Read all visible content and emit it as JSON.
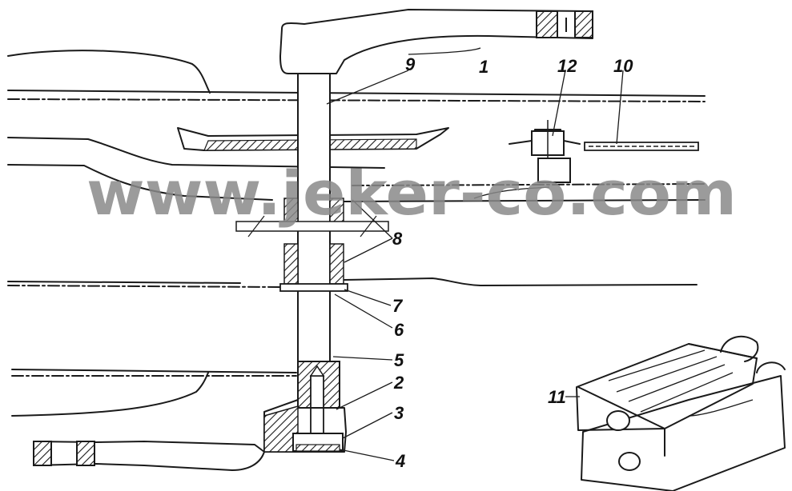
{
  "watermark": "www.jeker-co.com",
  "labels": {
    "l1": "1",
    "l2": "2",
    "l3": "3",
    "l4": "4",
    "l5": "5",
    "l6": "6",
    "l7": "7",
    "l8": "8",
    "l9": "9",
    "l10": "10",
    "l11": "11",
    "l12": "12"
  }
}
